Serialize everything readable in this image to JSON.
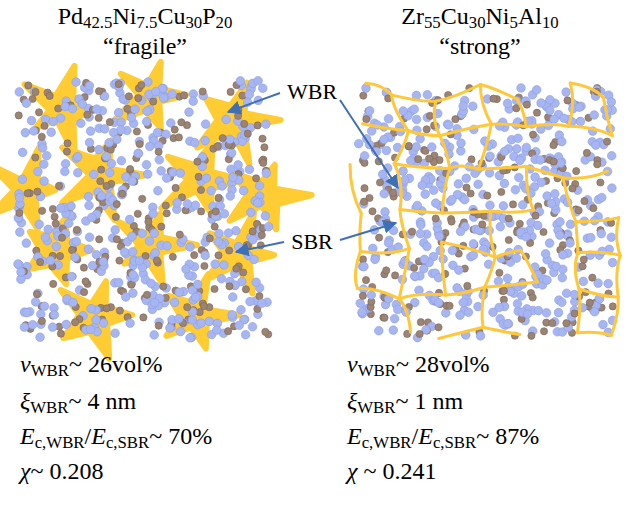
{
  "diagram": {
    "labels": [
      "Pd42.5Ni7.5Cu30P20",
      "“fragile”",
      "Zr55Cu30Ni5Al10",
      "“strong”",
      "WBR",
      "SBR",
      "vWBR~ 26vol%",
      "ξWBR~ 4 nm",
      "Ec,WBR/Ec,SBR~ 70%",
      "χ~ 0.208",
      "vWBR~ 28vol%",
      "ξWBR~ 1 nm",
      "Ec,WBR/Ec,SBR~ 87%",
      "χ ~ 0.241"
    ]
  }
}
